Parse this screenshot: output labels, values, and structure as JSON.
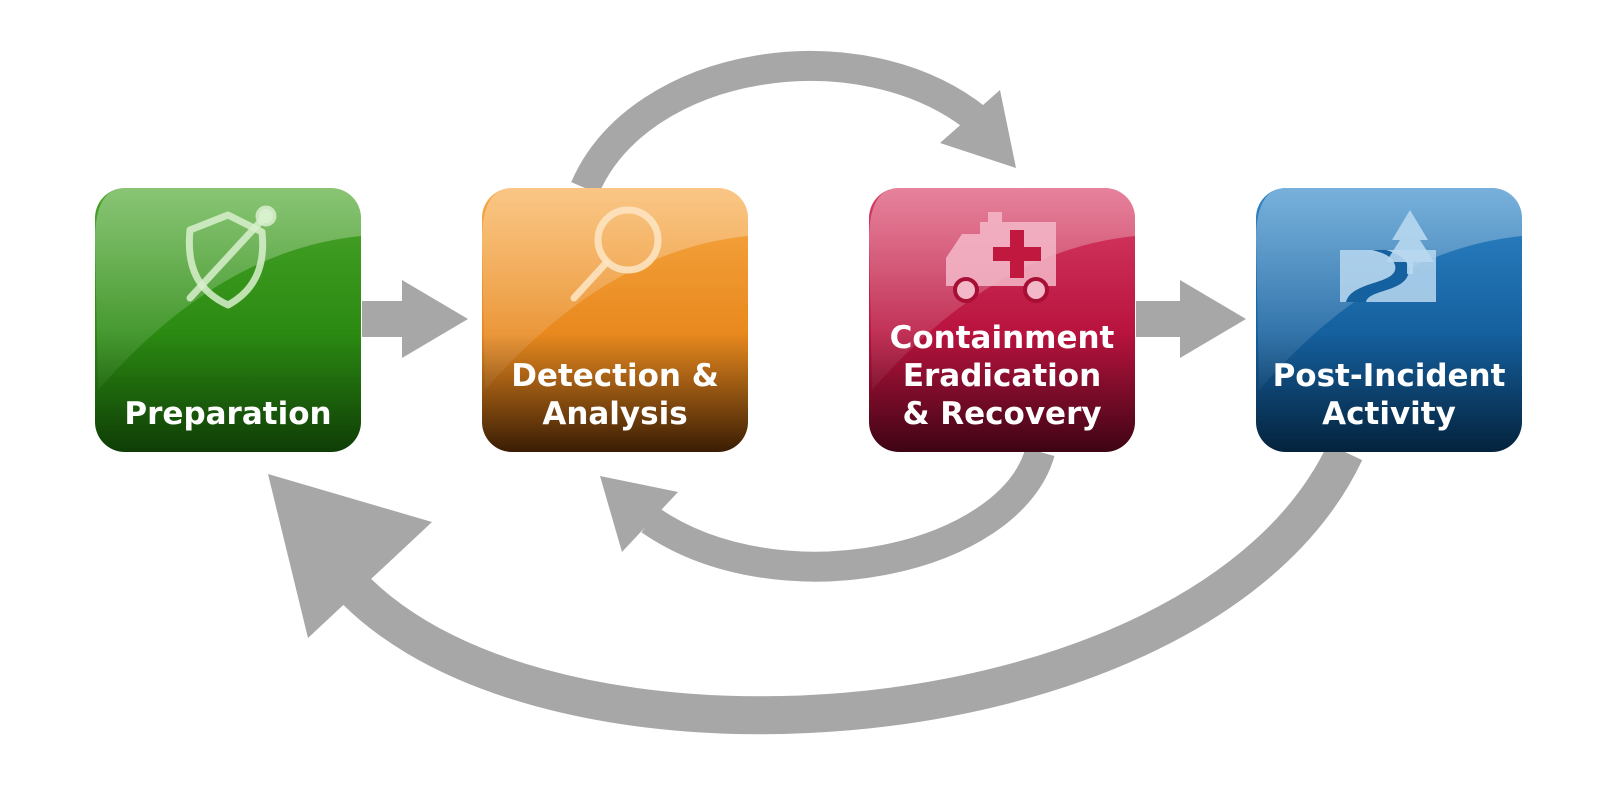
{
  "diagram": {
    "nodes": [
      {
        "id": "preparation",
        "label_lines": [
          "Preparation"
        ],
        "color_top": "#4aa52a",
        "color_bottom": "#0f3d06",
        "icon": "shield-pen-icon"
      },
      {
        "id": "detection",
        "label_lines": [
          "Detection &",
          "Analysis"
        ],
        "color_top": "#f7a844",
        "color_bottom": "#3a1d04",
        "icon": "magnifier-icon"
      },
      {
        "id": "containment",
        "label_lines": [
          "Containment",
          "Eradication",
          "& Recovery"
        ],
        "color_top": "#d83f66",
        "color_bottom": "#3e0414",
        "icon": "ambulance-icon"
      },
      {
        "id": "post-incident",
        "label_lines": [
          "Post-Incident",
          "Activity"
        ],
        "color_top": "#2f86c8",
        "color_bottom": "#04223c",
        "icon": "road-tree-icon"
      }
    ],
    "arrow_color": "#a7a7a7",
    "edges": [
      {
        "from": "preparation",
        "to": "detection"
      },
      {
        "from": "detection",
        "to": "containment"
      },
      {
        "from": "containment",
        "to": "detection"
      },
      {
        "from": "containment",
        "to": "post-incident"
      },
      {
        "from": "post-incident",
        "to": "preparation"
      }
    ]
  }
}
